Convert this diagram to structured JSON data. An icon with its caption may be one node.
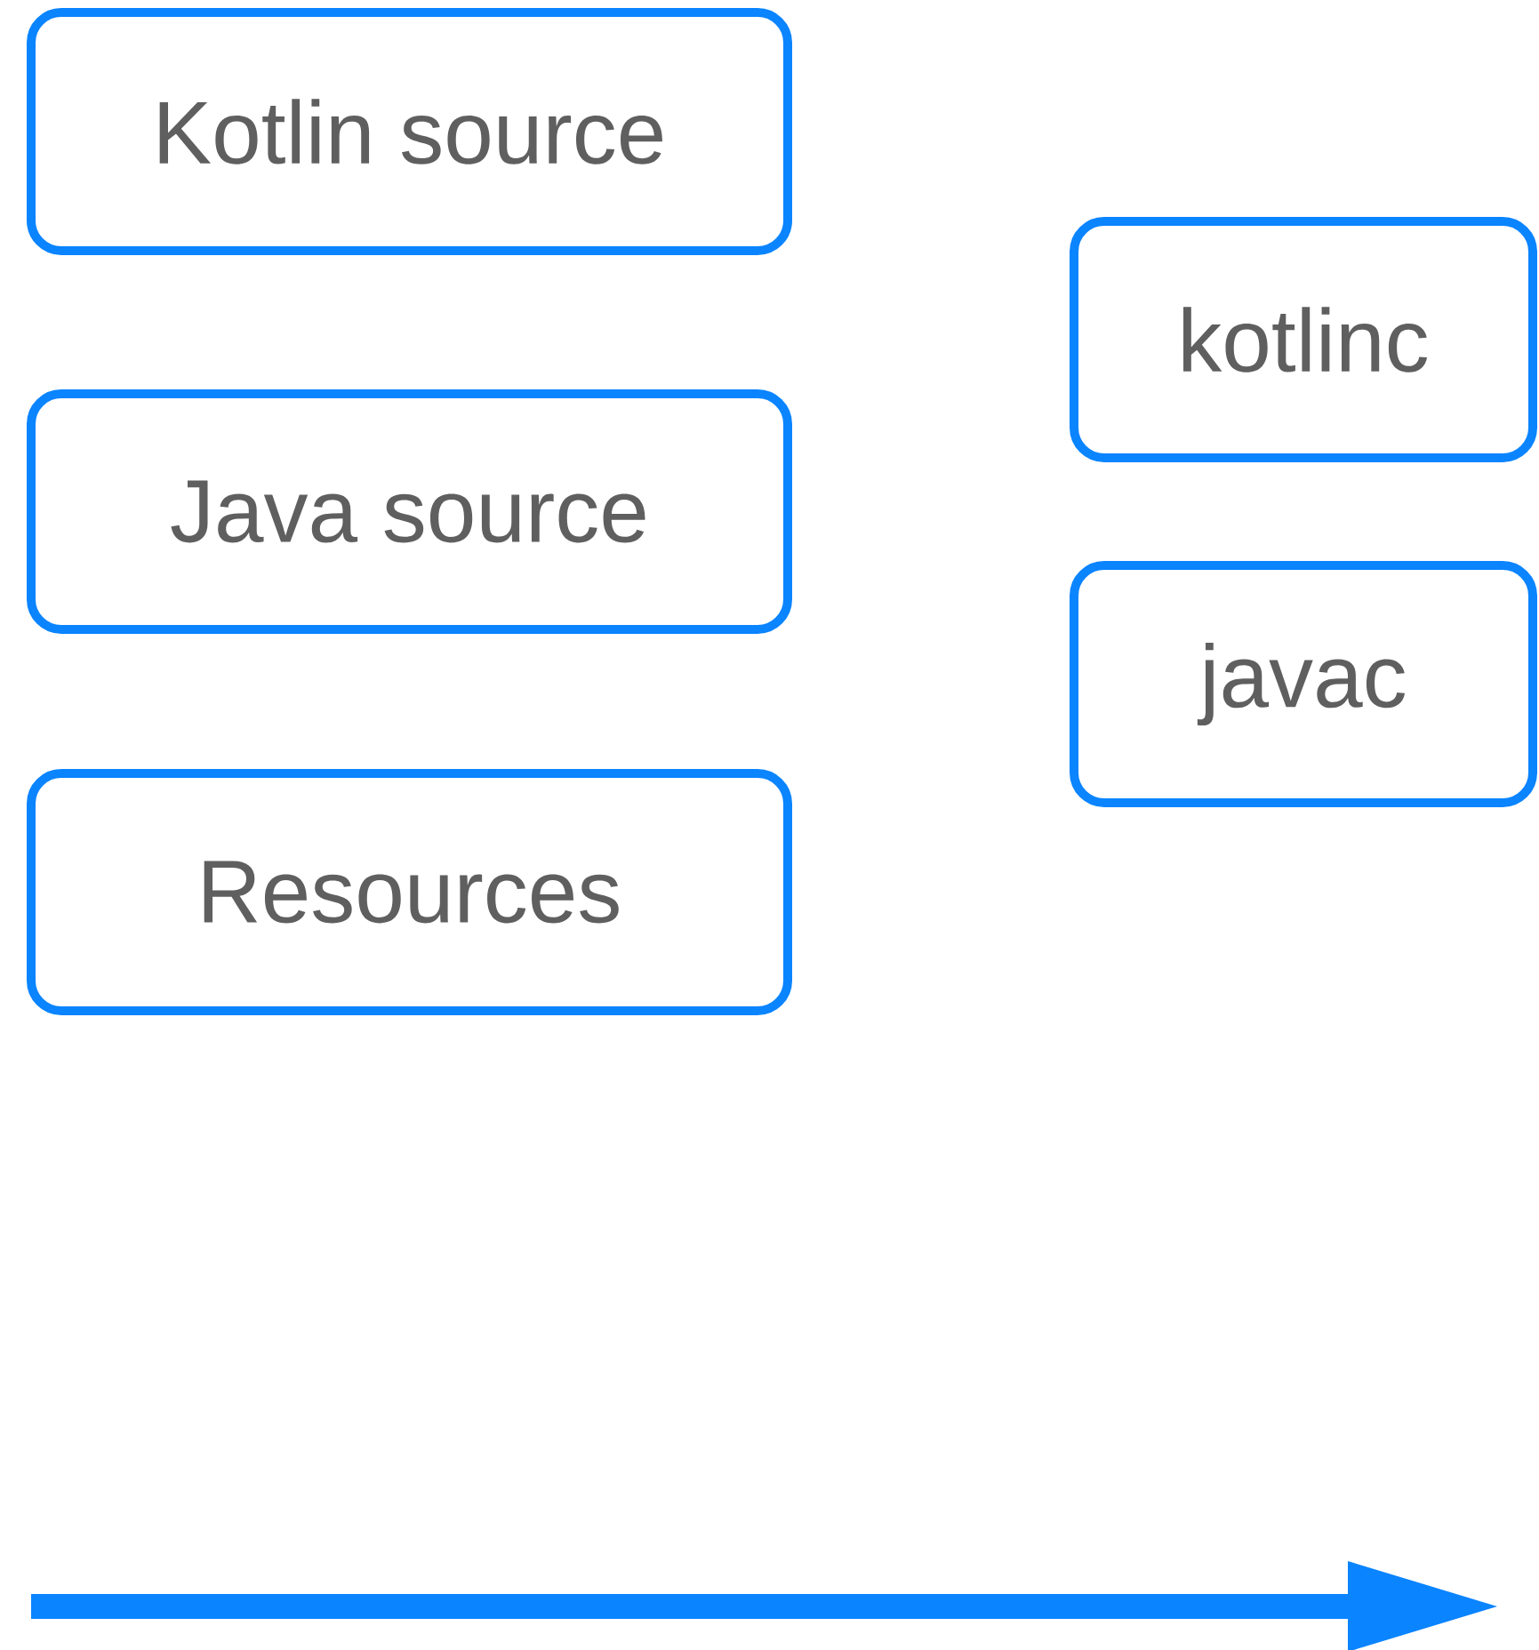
{
  "diagram": {
    "nodes": [
      {
        "text": [
          "Kotlin source"
        ]
      },
      {
        "text": [
          "Java source"
        ]
      },
      {
        "text": [
          "Resources"
        ]
      },
      {
        "text": [
          "kotlinc"
        ]
      },
      {
        "text": [
          "javac"
        ]
      }
    ]
  }
}
